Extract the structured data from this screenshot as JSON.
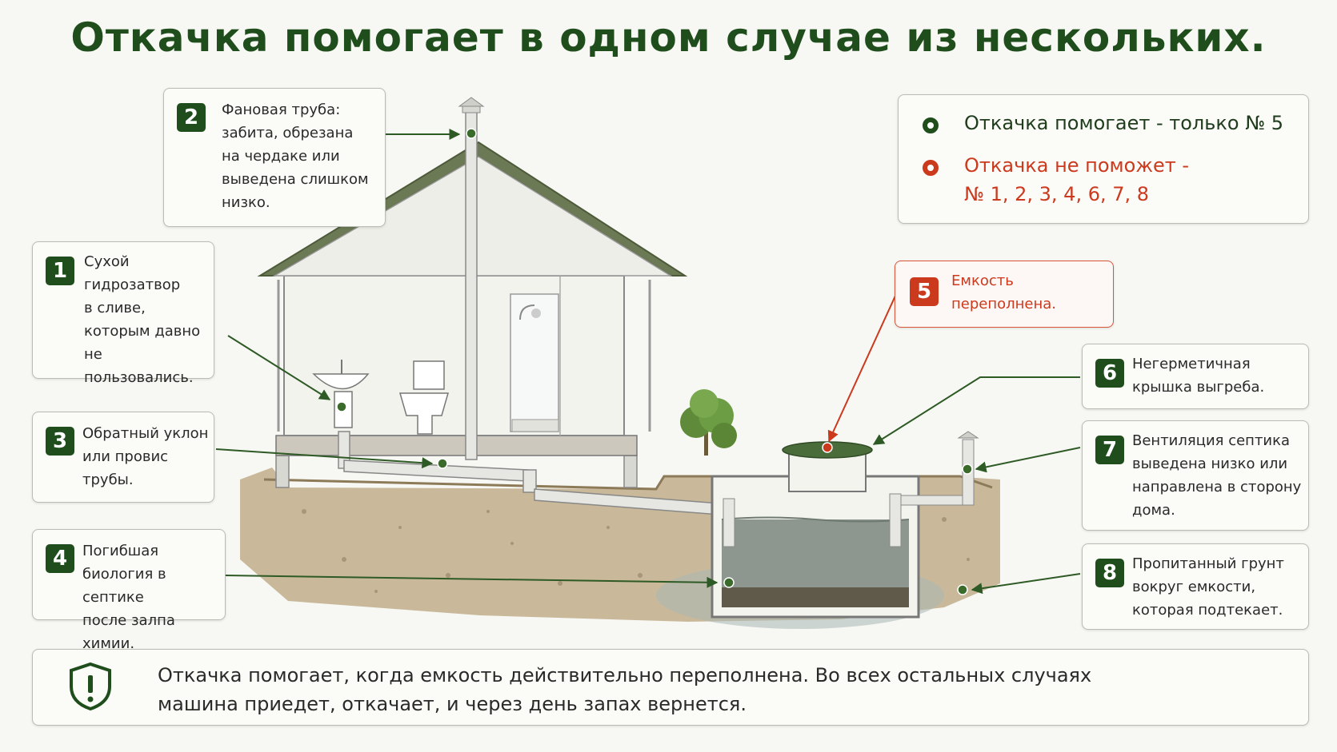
{
  "title": "Откачка помогает в одном случае из нескольких.",
  "legend": {
    "helps": "Откачка помогает - только № 5",
    "not_help": "Откачка не поможет -\n№ 1, 2, 3, 4, 6, 7, 8",
    "colors": {
      "green": "#1f4d1c",
      "red": "#cc3a1e"
    }
  },
  "cards": [
    {
      "num": "1",
      "text": "Сухой\nгидрозатвор\nв сливе,\nкоторым давно\nне пользовались."
    },
    {
      "num": "2",
      "text": "Фановая труба:\nзабита, обрезана\nна чердаке или\nвыведена слишком\nнизко."
    },
    {
      "num": "3",
      "text": "Обратный уклон\nили провис\nтрубы."
    },
    {
      "num": "4",
      "text": "Погибшая\nбиология в септике\nпосле залпа химии."
    },
    {
      "num": "5",
      "text": "Емкость\nпереполнена."
    },
    {
      "num": "6",
      "text": "Негерметичная\nкрышка выгреба."
    },
    {
      "num": "7",
      "text": "Вентиляция септика\nвыведена низко или\nнаправлена в сторону\nдома."
    },
    {
      "num": "8",
      "text": "Пропитанный грунт\nвокруг емкости,\nкоторая подтекает."
    }
  ],
  "bottom": {
    "icon": "shield-exclamation-icon",
    "text": "Откачка помогает, когда емкость действительно переполнена. Во всех остальных случаях\nмашина приедет, откачает, и через день запах вернется."
  }
}
